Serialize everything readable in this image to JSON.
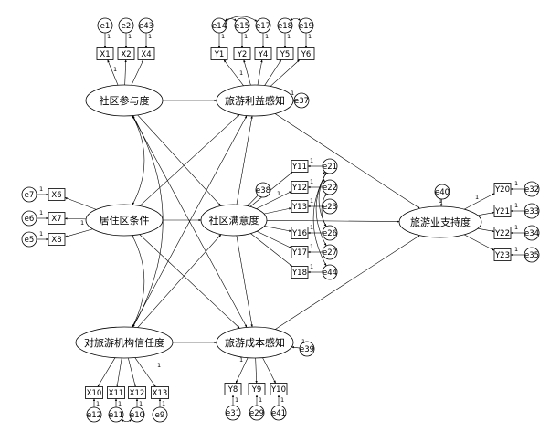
{
  "latent": {
    "community_participation": "社区参与度",
    "residential_conditions": "居住区条件",
    "trust_in_tourism_institutions": "对旅游机构信任度",
    "perceived_tourism_benefits": "旅游利益感知",
    "community_satisfaction": "社区满意度",
    "perceived_tourism_costs": "旅游成本感知",
    "tourism_support": "旅游业支持度"
  },
  "observed": {
    "X1": "X1",
    "X2": "X2",
    "X4": "X4",
    "X6": "X6",
    "X7": "X7",
    "X8": "X8",
    "X10": "X10",
    "X11": "X11",
    "X12": "X12",
    "X13": "X13",
    "Y1": "Y1",
    "Y2": "Y2",
    "Y4": "Y4",
    "Y5": "Y5",
    "Y6": "Y6",
    "Y11": "Y11",
    "Y12": "Y12",
    "Y13": "Y13",
    "Y16": "Y16",
    "Y17": "Y17",
    "Y18": "Y18",
    "Y8": "Y8",
    "Y9": "Y9",
    "Y10": "Y10",
    "Y20": "Y20",
    "Y21": "Y21",
    "Y22": "Y22",
    "Y23": "Y23"
  },
  "errors": {
    "e1": "e1",
    "e2": "e2",
    "e43": "e43",
    "e7": "e7",
    "e6": "e6",
    "e5": "e5",
    "e12": "e12",
    "e11": "e11",
    "e10": "e10",
    "e9": "e9",
    "e14": "e14",
    "e15": "e15",
    "e17": "e17",
    "e18": "e18",
    "e19": "e19",
    "e21": "e21",
    "e22": "e22",
    "e23": "e23",
    "e26": "e26",
    "e27": "e27",
    "e44": "e44",
    "e31": "e31",
    "e29": "e29",
    "e41": "e41",
    "e32": "e32",
    "e33": "e33",
    "e34": "e34",
    "e35": "e35",
    "e37": "e37",
    "e38": "e38",
    "e39": "e39",
    "e40": "e40"
  },
  "fixed_weight": "1"
}
